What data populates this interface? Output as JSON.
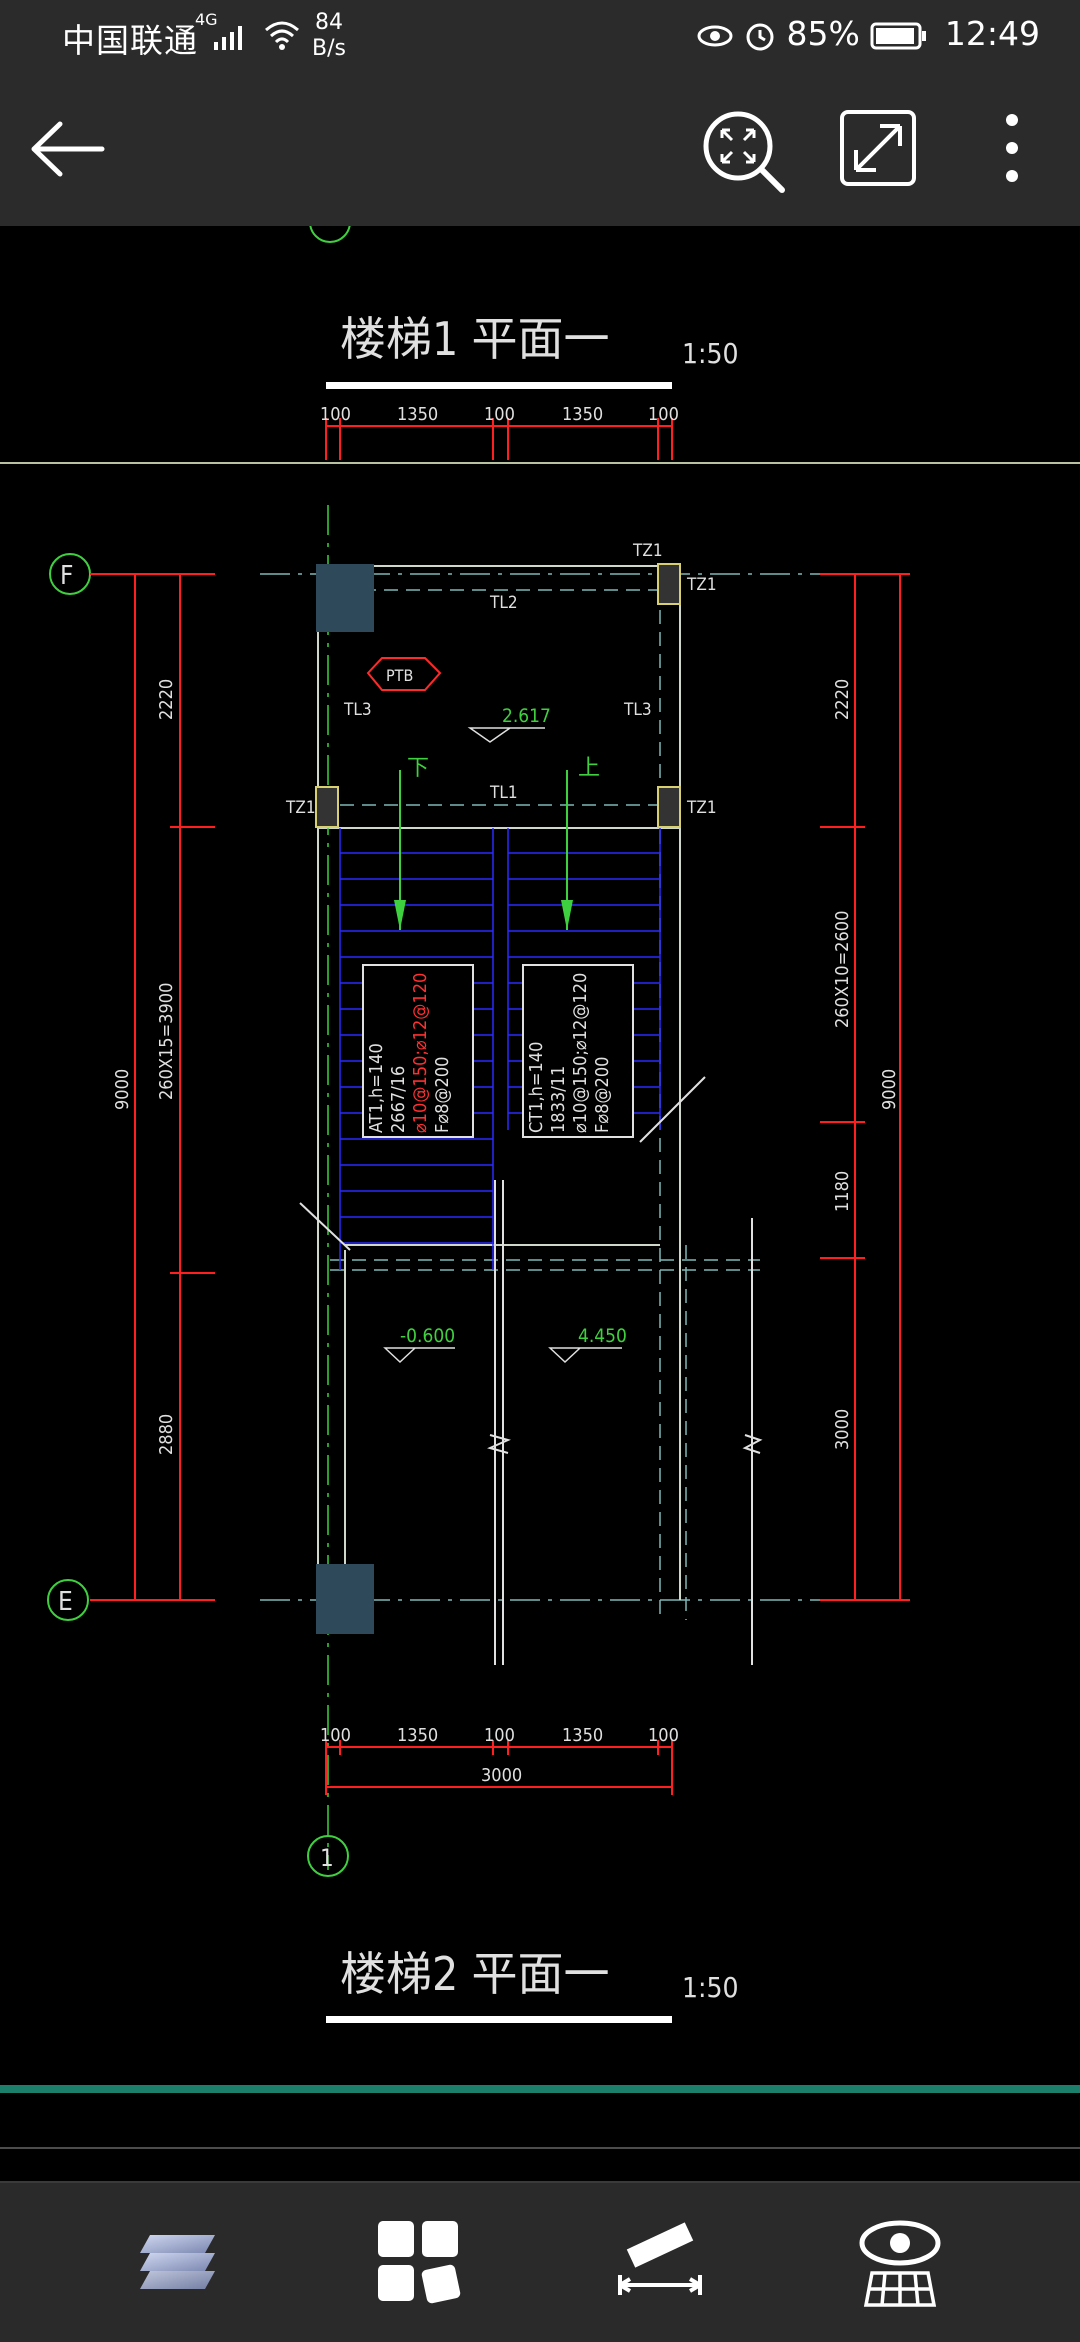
{
  "status_bar": {
    "carrier": "中国联通",
    "network": "4G",
    "speed_value": "84",
    "speed_unit": "B/s",
    "battery": "85%",
    "time": "12:49"
  },
  "toolbar": {
    "back": "back",
    "zoom_extents": "zoom-extents",
    "fullscreen": "fullscreen",
    "more": "more"
  },
  "drawing": {
    "title1": "楼梯1  平面一",
    "scale1": "1:50",
    "title2": "楼梯2  平面一",
    "scale2": "1:50",
    "grid_F": "F",
    "grid_E": "E",
    "grid_1": "1",
    "dims_top": [
      "100",
      "1350",
      "100",
      "1350",
      "100"
    ],
    "dims_bottom": [
      "100",
      "1350",
      "100",
      "1350",
      "100"
    ],
    "total_width": "3000",
    "left_dims": [
      "2220",
      "260X15=3900",
      "2880"
    ],
    "left_total": "9000",
    "right_dims": [
      "2220",
      "260X10=2600",
      "1180",
      "3000"
    ],
    "right_total": "9000",
    "tz1": "TZ1",
    "tl1": "TL1",
    "tl2": "TL2",
    "tl3": "TL3",
    "ptb": "PTB",
    "level_mid": "2.617",
    "level_left": "-0.600",
    "level_right": "4.450",
    "down": "下",
    "up": "上",
    "at1": [
      "AT1,h=140",
      "2667/16",
      "⌀10@150;⌀12@120",
      "F⌀8@200"
    ],
    "ct1": [
      "CT1,h=140",
      "1833/11",
      "⌀10@150;⌀12@120",
      "F⌀8@200"
    ]
  },
  "bottom_bar": {
    "layers": "layers",
    "layouts": "layouts",
    "measure": "measure",
    "view": "view"
  },
  "colors": {
    "bar_bg": "#2b2b2b",
    "cad_bg": "#000000",
    "dim_red": "#ff1f1f",
    "stair_blue": "#2a2aff",
    "level_green": "#3fd03f",
    "teal_rule": "#1b7f6b"
  }
}
